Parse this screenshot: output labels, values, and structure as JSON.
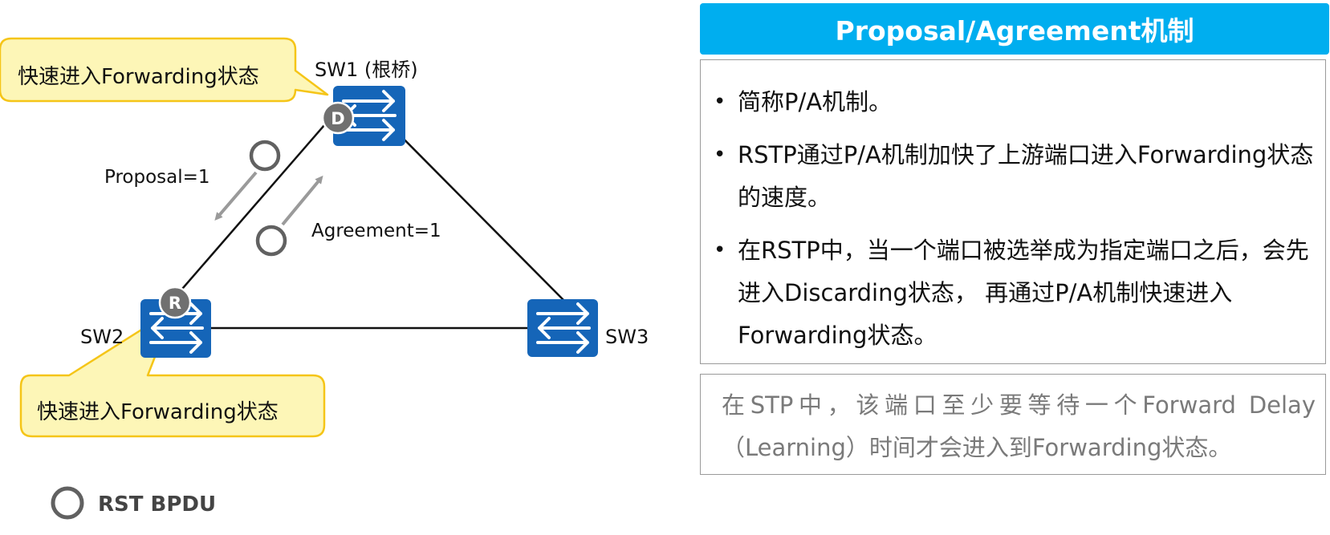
{
  "diagram": {
    "callout_top": "快速进入Forwarding状态",
    "callout_bottom": "快速进入Forwarding状态",
    "sw1_label": "SW1 (根桥)",
    "sw2_label": "SW2",
    "sw3_label": "SW3",
    "port_d": "D",
    "port_r": "R",
    "proposal_label": "Proposal=1",
    "agreement_label": "Agreement=1",
    "legend_label": "RST BPDU",
    "colors": {
      "switch_blue": "#1565b8",
      "callout_fill": "#fdf6b7",
      "callout_border": "#f5c518",
      "port_gray": "#707070"
    }
  },
  "panel": {
    "title": "Proposal/Agreement机制",
    "bullets": [
      "简称P/A机制。",
      "RSTP通过P/A机制加快了上游端口进入Forwarding状态的速度。",
      "在RSTP中，当一个端口被选举成为指定端口之后，会先进入Discarding状态， 再通过P/A机制快速进入Forwarding状态。"
    ],
    "note": "在STP中，该端口至少要等待一个Forward Delay（Learning）时间才会进入到Forwarding状态。",
    "colors": {
      "header_bg": "#00aeef",
      "header_text": "#ffffff",
      "note_text": "#7a7a7a"
    }
  }
}
